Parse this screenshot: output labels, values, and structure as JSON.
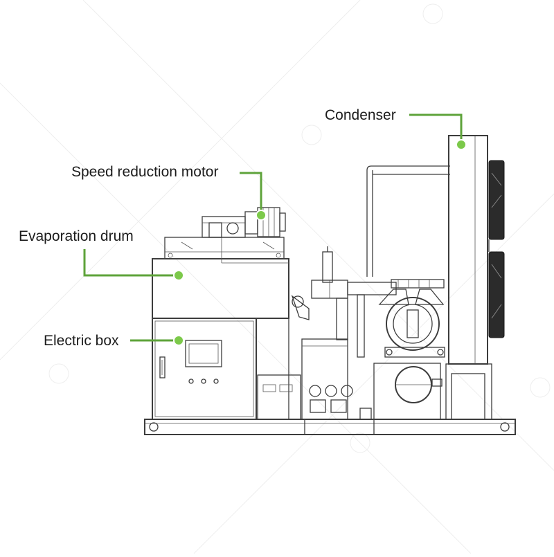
{
  "diagram": {
    "labels": {
      "condenser": "Condenser",
      "speed_reduction_motor": "Speed reduction motor",
      "evaporation_drum": "Evaporation drum",
      "electric_box": "Electric box"
    },
    "colors": {
      "leader_line": "#5ea33a",
      "marker_dot": "#7cc94a",
      "drawing_line": "#3c3c3c",
      "fan_fill": "#2b2b2b"
    }
  }
}
